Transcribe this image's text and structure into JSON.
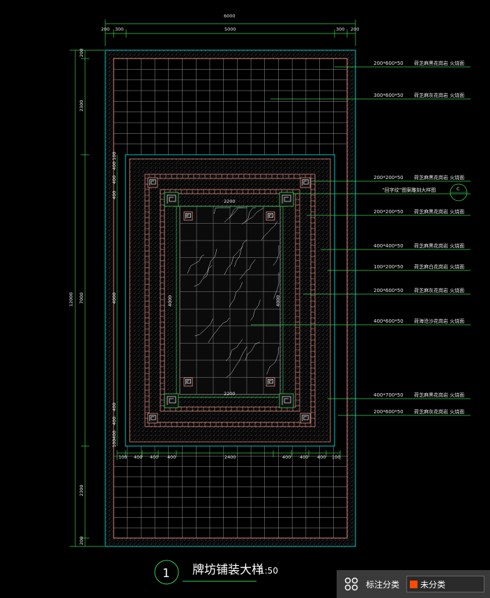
{
  "colors": {
    "border_cyan": "#00c8c8",
    "paving_salmon": "#e08a80",
    "dim_green": "#39d353",
    "leader_green": "#39d353",
    "text_white": "#e8e8e8",
    "highlight_orange": "#ff4a00"
  },
  "dims_top": {
    "total": "6000",
    "segs": [
      "200",
      "300",
      "5000",
      "300",
      "200"
    ]
  },
  "dims_left": {
    "total": "12000",
    "segs": [
      "200",
      "2300",
      "7000",
      "2300",
      "200"
    ],
    "inner": [
      "100",
      "400",
      "400",
      "400",
      "4000",
      "400",
      "400",
      "400",
      "100"
    ]
  },
  "dims_inner": {
    "w_top": "2200",
    "w_bottom": "2200",
    "h_left": "4000",
    "h_right": "4000"
  },
  "dims_bottom": [
    "100",
    "400",
    "400",
    "400",
    "2400",
    "400",
    "400",
    "400",
    "100"
  ],
  "annotations": [
    {
      "spec": "200*600*50",
      "desc": "荷芝麻黑花岗岩 火烧面"
    },
    {
      "spec": "300*600*50",
      "desc": "荷芝麻灰花岗岩 火烧面"
    },
    {
      "spec": "200*200*50",
      "desc": "荷芝麻黑花岗岩 火烧面"
    },
    {
      "spec": "",
      "desc": "“回字纹”图案雕刻大样图"
    },
    {
      "spec": "200*200*50",
      "desc": "荷芝麻黑花岗岩 火烧面"
    },
    {
      "spec": "400*400*50",
      "desc": "荷芝麻黑花岗岩 火烧面"
    },
    {
      "spec": "100*200*50",
      "desc": "荷芝麻白花岗岩 火烧面"
    },
    {
      "spec": "200*600*50",
      "desc": "荷芝麻灰花岗岩 火烧面"
    },
    {
      "spec": "400*600*50",
      "desc": "荷海沧沙花岗岩 火烧面"
    },
    {
      "spec": "400*700*50",
      "desc": "荷芝麻黑花岗岩 火烧面"
    },
    {
      "spec": "200*600*50",
      "desc": "荷芝麻灰花岗岩 火烧面"
    }
  ],
  "callout_ref": "C",
  "title_block": {
    "number": "1",
    "title": "牌坊铺装大样",
    "scale": "1:50"
  },
  "legend": {
    "label": "标注分类",
    "value": "未分类",
    "icon": "category-grid-icon"
  }
}
